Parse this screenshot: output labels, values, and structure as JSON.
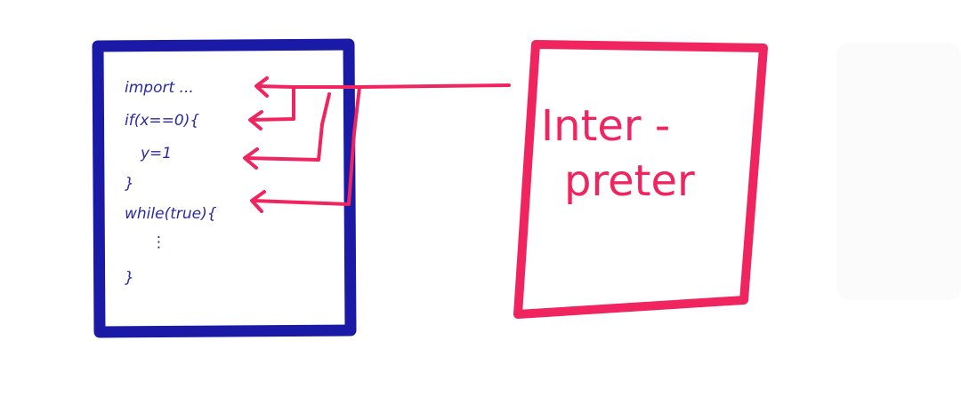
{
  "colors": {
    "code_box": "#1a1aa6",
    "code_text": "#2a2aa0",
    "interpreter_box": "#f0245e",
    "arrows": "#f0245e",
    "background": "#ffffff"
  },
  "code_lines": [
    "import ...",
    "if(x==0){",
    "y=1",
    "}",
    "while(true){",
    "⋮",
    "}"
  ],
  "interpreter_label": {
    "line1": "Inter -",
    "line2": "preter"
  }
}
